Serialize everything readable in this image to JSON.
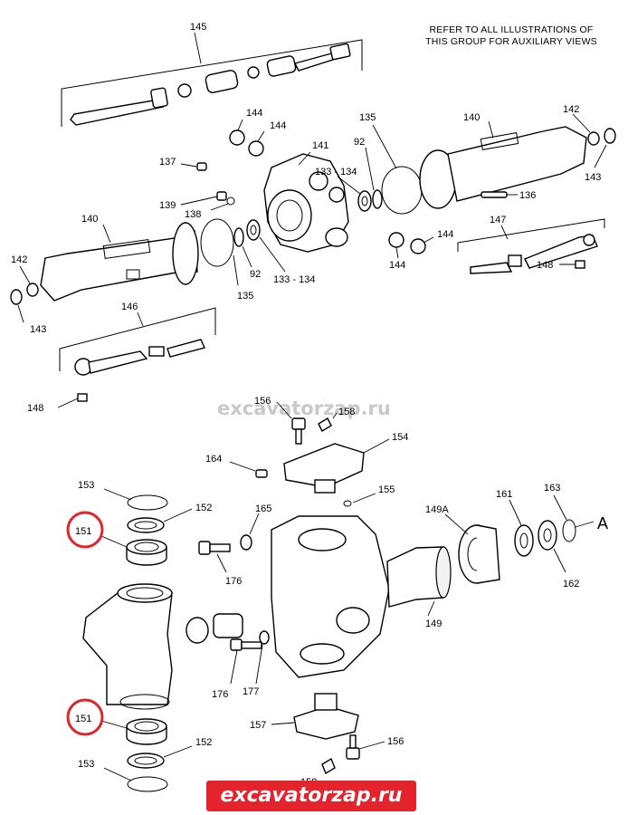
{
  "header_note": {
    "line1": "REFER TO ALL ILLUSTRATIONS OF",
    "line2": "THIS GROUP FOR AUXILIARY VIEWS"
  },
  "watermark": {
    "text": "excavatorzap.ru"
  },
  "banner": {
    "text": "excavatorzap.ru",
    "color": "#e4232d"
  },
  "view_marker": "A",
  "highlight_color": "#e0262c",
  "callouts": {
    "p145": "145",
    "p144a": "144",
    "p144b": "144",
    "p144c": "144",
    "p144d": "144",
    "p141": "141",
    "p137": "137",
    "p139": "139",
    "p138": "138",
    "p140a": "140",
    "p140b": "140",
    "p142a": "142",
    "p142b": "142",
    "p143a": "143",
    "p143b": "143",
    "p135a": "135",
    "p135b": "135",
    "p92a": "92",
    "p92b": "92",
    "p133a": "133 - 134",
    "p133b": "133 - 134",
    "p136": "136",
    "p147": "147",
    "p148a": "148",
    "p148b": "148",
    "p146": "146",
    "p156a": "156",
    "p156b": "156",
    "p158a": "158",
    "p158b": "158",
    "p154": "154",
    "p164": "164",
    "p155": "155",
    "p153a": "153",
    "p153b": "153",
    "p152a": "152",
    "p152b": "152",
    "p151a": "151",
    "p151b": "151",
    "p165": "165",
    "p176a": "176",
    "p176b": "176",
    "p177": "177",
    "p149a": "149A",
    "p149": "149",
    "p161": "161",
    "p163": "163",
    "p162": "162",
    "p157": "157"
  }
}
